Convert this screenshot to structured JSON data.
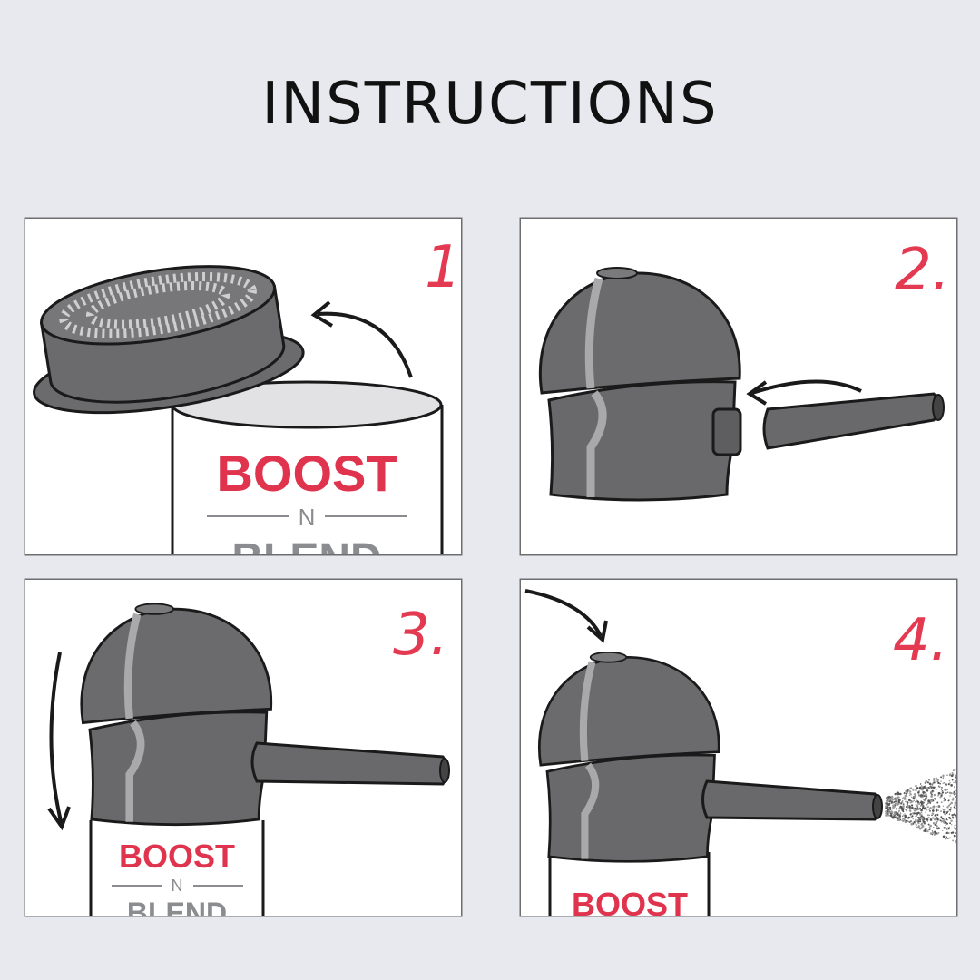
{
  "title": "INSTRUCTIONS",
  "steps": [
    {
      "number": "1.",
      "brand_top": "BOOST",
      "brand_mid": "N",
      "brand_bottom": "BLEND"
    },
    {
      "number": "2."
    },
    {
      "number": "3.",
      "brand_top": "BOOST",
      "brand_mid": "N",
      "brand_bottom": "BLEND"
    },
    {
      "number": "4.",
      "brand_top": "BOOST"
    }
  ],
  "colors": {
    "background": "#e8e9ee",
    "accent_red": "#e0344e",
    "device_gray": "#6b6b6d"
  }
}
